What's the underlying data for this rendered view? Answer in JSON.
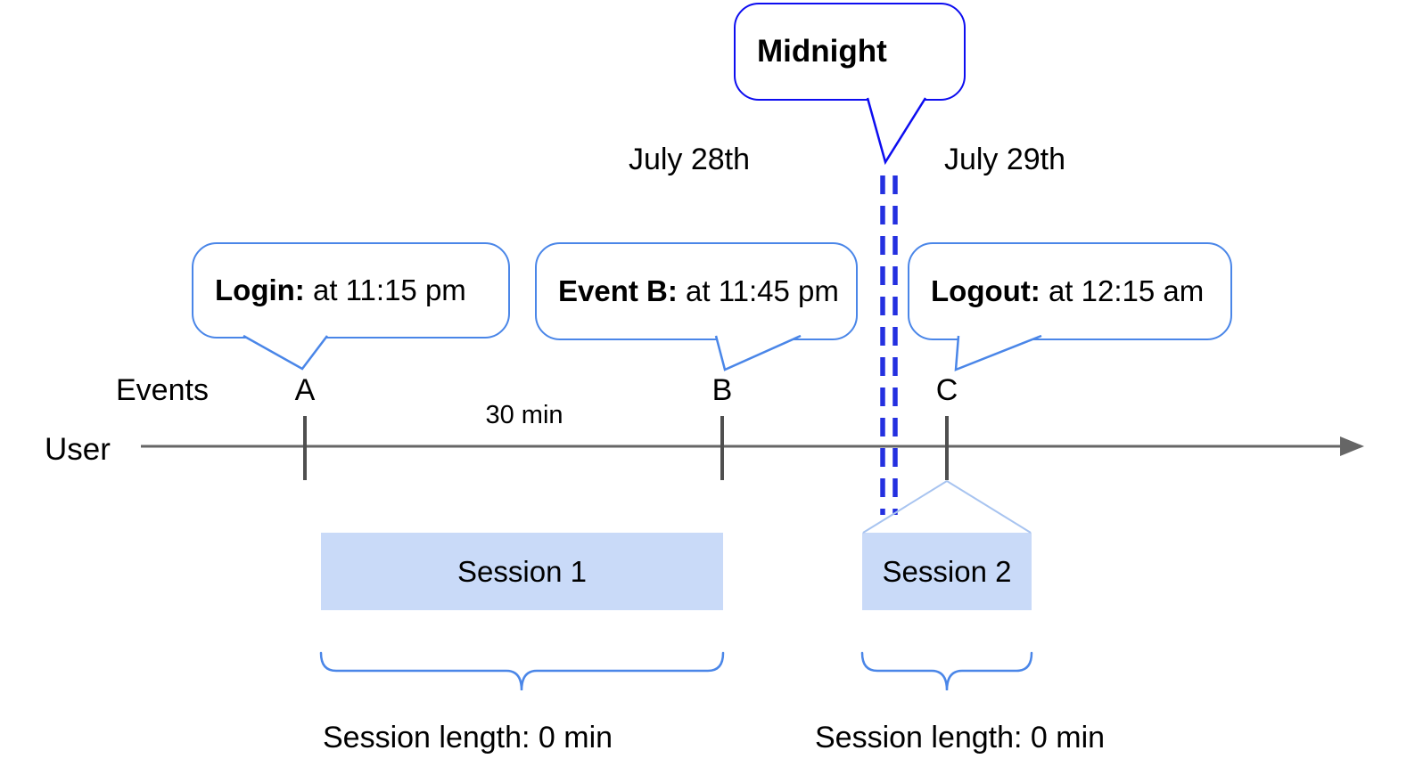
{
  "diagram": {
    "dates": {
      "before_midnight": "July 28th",
      "after_midnight": "July 29th"
    },
    "callouts": {
      "midnight": {
        "label": "Midnight"
      },
      "login": {
        "label": "Login:",
        "text": " at 11:15 pm"
      },
      "event_b": {
        "label": "Event B:",
        "text": " at 11:45 pm"
      },
      "logout": {
        "label": "Logout:",
        "text": " at 12:15 am"
      }
    },
    "axis": {
      "row_label": "Events",
      "user_label": "User",
      "interval_label": "30 min",
      "markers": [
        "A",
        "B",
        "C"
      ]
    },
    "sessions": [
      {
        "name": "Session 1",
        "length_label": "Session length: 0 min"
      },
      {
        "name": "Session 2",
        "length_label": "Session length: 0 min"
      }
    ],
    "colors": {
      "callout_border": "#4a86e8",
      "midnight_border": "#0d0df0",
      "dashed_line": "#2430e0",
      "timeline": "#666666",
      "tick": "#4f4f4f",
      "session_fill": "#c9daf8",
      "connector": "#a8c4f0",
      "brace": "#4a86e8"
    }
  }
}
